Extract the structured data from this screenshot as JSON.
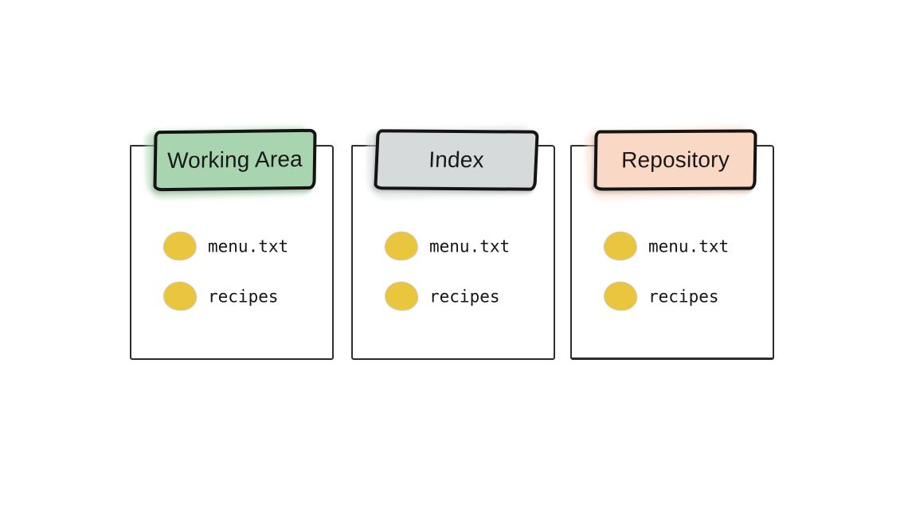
{
  "colors": {
    "background": "#ffffff",
    "panel_fill": "#ffffff",
    "panel_border": "#2d2d2d",
    "tab_border": "#141414",
    "file_icon": "#e9c63d",
    "text": "#151515"
  },
  "panels": [
    {
      "label": "Working Area",
      "tab_color": "#a8d5af",
      "items": [
        {
          "name": "menu.txt"
        },
        {
          "name": "recipes"
        }
      ]
    },
    {
      "label": "Index",
      "tab_color": "#d6dadb",
      "items": [
        {
          "name": "menu.txt"
        },
        {
          "name": "recipes"
        }
      ]
    },
    {
      "label": "Repository",
      "tab_color": "#fad8c6",
      "items": [
        {
          "name": "menu.txt"
        },
        {
          "name": "recipes"
        }
      ]
    }
  ]
}
